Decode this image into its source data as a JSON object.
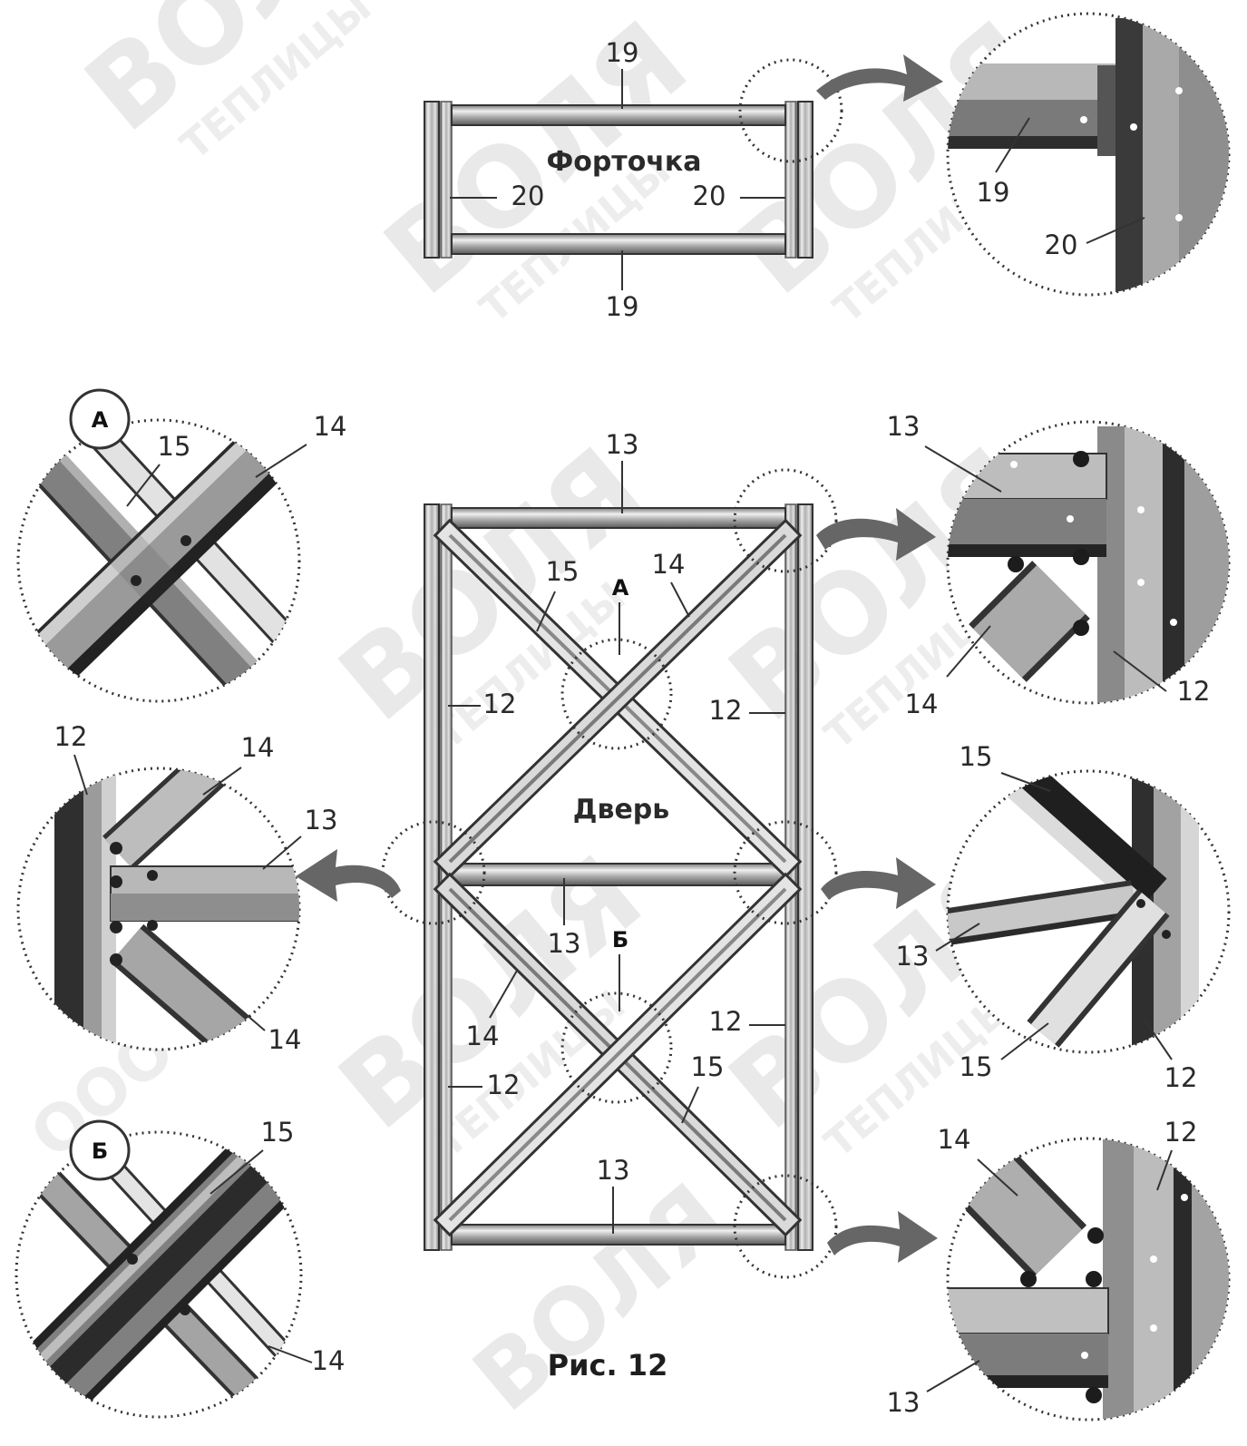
{
  "watermark": {
    "brand": "ВОЛЯ",
    "prefix": "ООО",
    "subtitle": "ТЕПЛИЦЫ"
  },
  "colors": {
    "profile_light": "#dcdcdc",
    "profile_mid": "#9a9a9a",
    "profile_dark": "#3a3a3a",
    "line": "#333333"
  },
  "vent": {
    "title": "Форточка",
    "label_top": "19",
    "label_bottom": "19",
    "label_left": "20",
    "label_right": "20",
    "detail": {
      "label_a": "19",
      "label_b": "20"
    }
  },
  "door": {
    "title": "Дверь",
    "label_top": "13",
    "label_middle": "13",
    "label_bottom": "13",
    "label_left_upper": "12",
    "label_left_lower": "12",
    "label_right_upper": "12",
    "label_right_lower": "12",
    "label_diag_upper_15": "15",
    "label_diag_upper_14": "14",
    "label_diag_lower_14": "14",
    "label_diag_lower_15": "15",
    "cross_a": "А",
    "cross_b": "Б"
  },
  "details": {
    "A": {
      "badge": "А",
      "label_15": "15",
      "label_14": "14"
    },
    "B": {
      "badge": "Б",
      "label_15": "15",
      "label_14": "14"
    },
    "left_mid": {
      "label_12": "12",
      "label_14_top": "14",
      "label_13": "13",
      "label_14_bottom": "14"
    },
    "right_top": {
      "label_13": "13",
      "label_14": "14",
      "label_12": "12"
    },
    "right_mid": {
      "label_15_top": "15",
      "label_13": "13",
      "label_15_bottom": "15",
      "label_12": "12"
    },
    "right_bottom": {
      "label_14": "14",
      "label_12": "12",
      "label_13": "13"
    }
  },
  "caption": "Рис. 12"
}
